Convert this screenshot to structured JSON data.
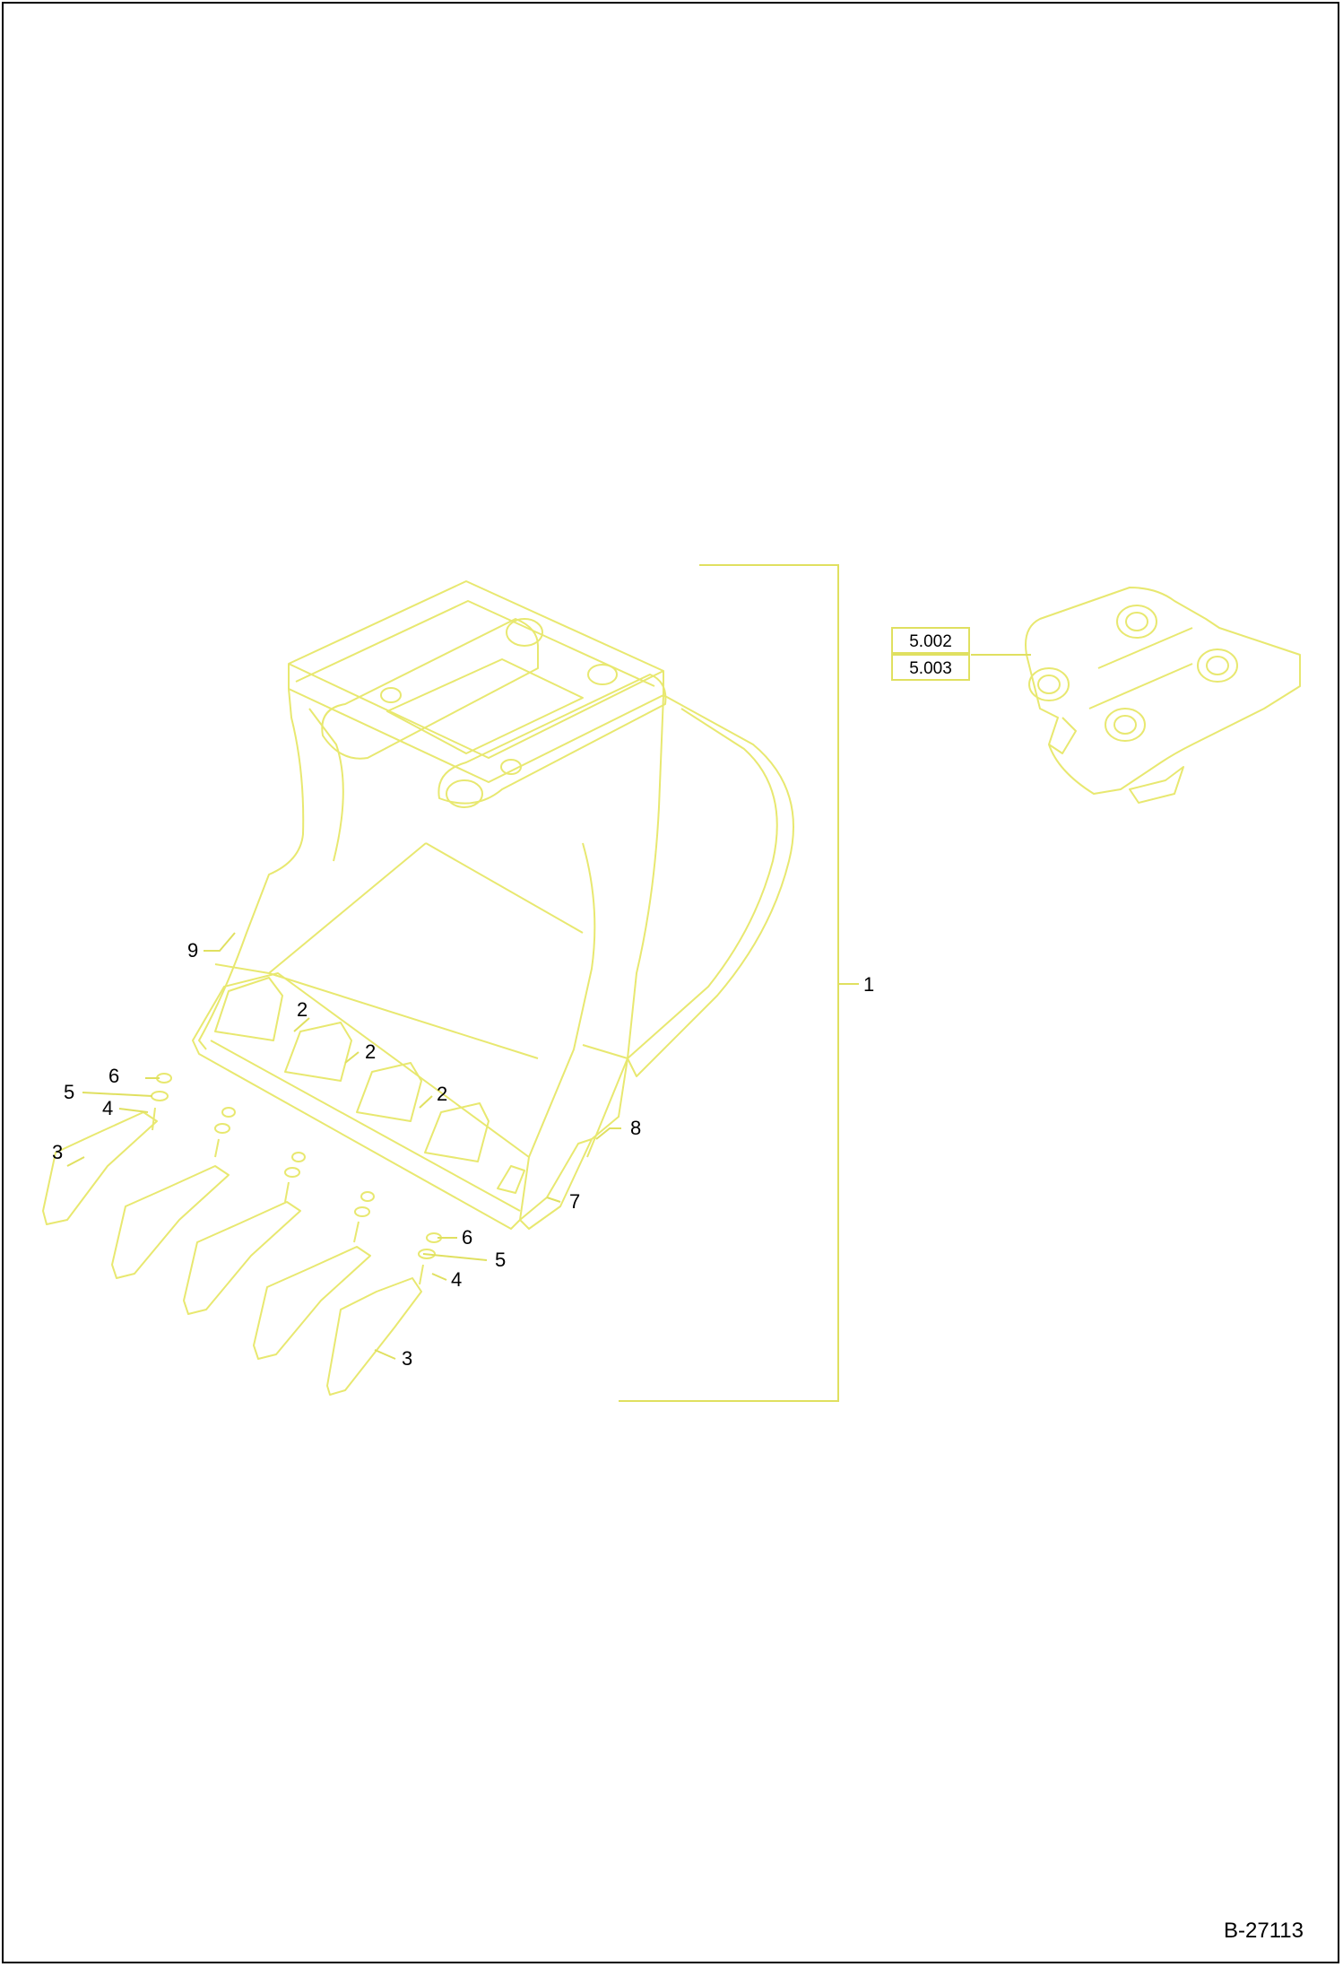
{
  "drawing_number": "B-27113",
  "colors": {
    "part_line": "#e8e870",
    "leader_line": "#e0e060",
    "text": "#000000",
    "frame": "#000000"
  },
  "callouts": {
    "c1": "1",
    "c2a": "2",
    "c2b": "2",
    "c2c": "2",
    "c3a": "3",
    "c3b": "3",
    "c4a": "4",
    "c4b": "4",
    "c5a": "5",
    "c5b": "5",
    "c6a": "6",
    "c6b": "6",
    "c7": "7",
    "c8": "8",
    "c9": "9"
  },
  "reference_box": {
    "top": "5.002",
    "bottom": "5.003"
  }
}
